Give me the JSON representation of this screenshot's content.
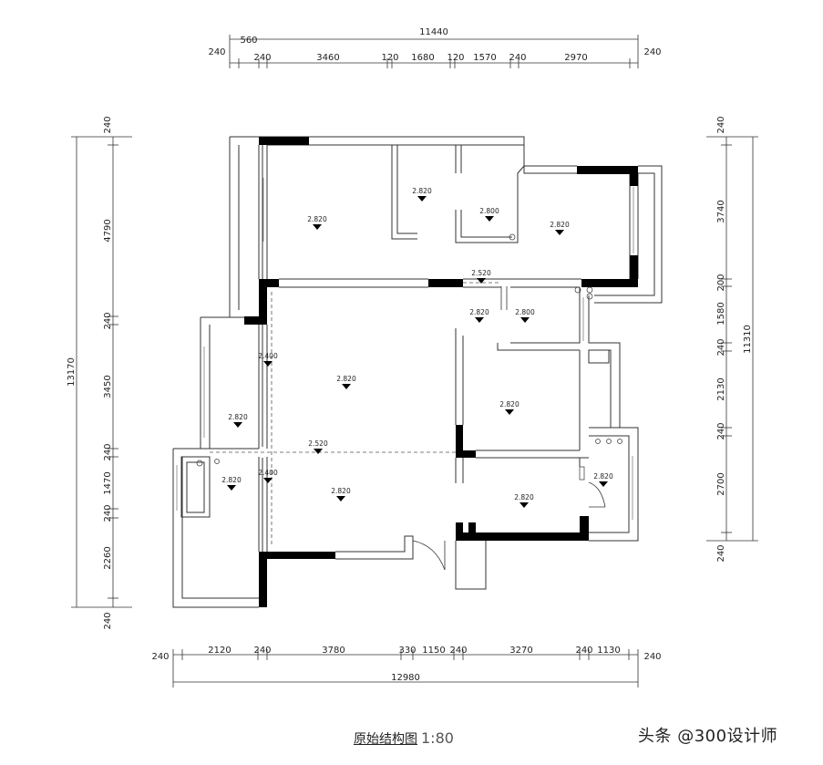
{
  "drawing": {
    "title": "原始结构图",
    "scale": "1:80",
    "watermark": "头条 @300设计师"
  },
  "dimensions": {
    "top_total": "11440",
    "top_segments": [
      "240",
      "560",
      "240",
      "3460",
      "120",
      "1680",
      "120",
      "1570",
      "240",
      "2970",
      "240"
    ],
    "bottom_total": "12980",
    "bottom_segments": [
      "240",
      "2120",
      "240",
      "3780",
      "330",
      "1150",
      "240",
      "3270",
      "240",
      "1130",
      "240"
    ],
    "left_total": "13170",
    "left_segments": [
      "240",
      "4790",
      "240",
      "3450",
      "240",
      "1470",
      "240",
      "2260",
      "240"
    ],
    "right_total": "11310",
    "right_segments": [
      "240",
      "3740",
      "200",
      "1580",
      "240",
      "2130",
      "240",
      "2700",
      "240"
    ]
  },
  "ceiling_heights": [
    "2.820",
    "2.820",
    "2.800",
    "2.820",
    "2.520",
    "2.820",
    "2.800",
    "2.400",
    "2.820",
    "2.820",
    "2.820",
    "2.520",
    "2.820",
    "2.400",
    "2.820",
    "2.820",
    "2.820"
  ]
}
